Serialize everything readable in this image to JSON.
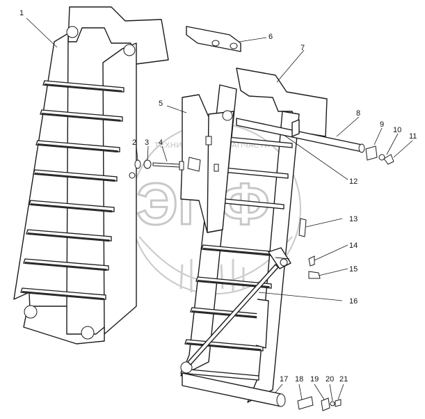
{
  "watermark": {
    "arc_left": "ТЕХНИКА",
    "arc_right": "ЗАПЧАСТИ",
    "big": "ЭПФ"
  },
  "callouts": [
    "1",
    "2",
    "3",
    "4",
    "5",
    "6",
    "7",
    "8",
    "9",
    "10",
    "11",
    "12",
    "13",
    "14",
    "15",
    "16",
    "17",
    "18",
    "19",
    "20",
    "21"
  ]
}
